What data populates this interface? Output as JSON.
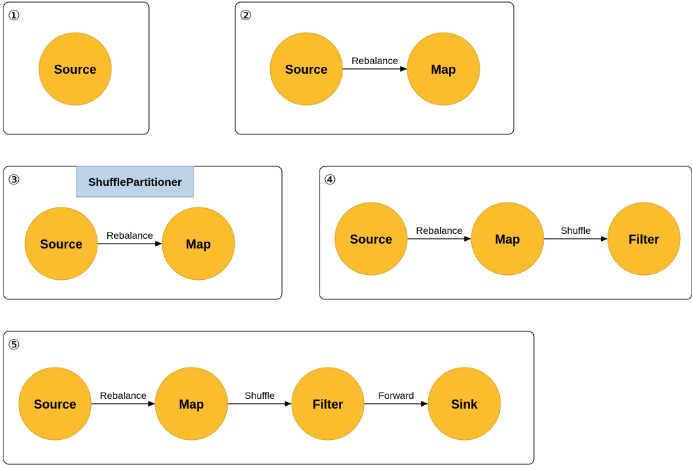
{
  "colors": {
    "node_fill": "#fbbd2e",
    "node_stroke": "#d9a02a",
    "note_fill": "#bcd3ea",
    "note_stroke": "#7d9ab8"
  },
  "panels": [
    {
      "number": "①",
      "nodes": [
        "Source"
      ],
      "edges": []
    },
    {
      "number": "②",
      "nodes": [
        "Source",
        "Map"
      ],
      "edges": [
        "Rebalance"
      ]
    },
    {
      "number": "③",
      "note": "ShufflePartitioner",
      "nodes": [
        "Source",
        "Map"
      ],
      "edges": [
        "Rebalance"
      ]
    },
    {
      "number": "④",
      "nodes": [
        "Source",
        "Map",
        "Filter"
      ],
      "edges": [
        "Rebalance",
        "Shuffle"
      ]
    },
    {
      "number": "⑤",
      "nodes": [
        "Source",
        "Map",
        "Filter",
        "Sink"
      ],
      "edges": [
        "Rebalance",
        "Shuffle",
        "Forward"
      ]
    }
  ]
}
